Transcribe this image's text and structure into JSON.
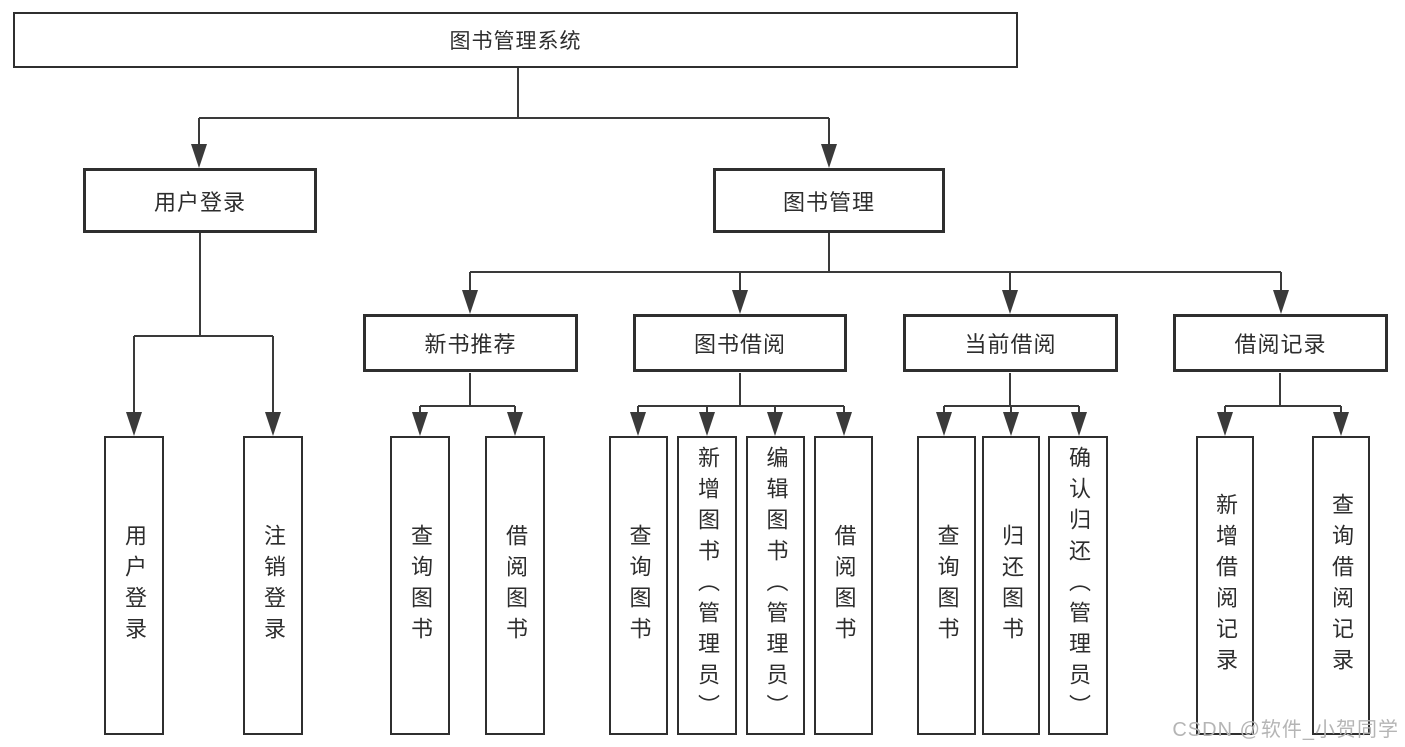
{
  "colors": {
    "line": "#3a3a3a",
    "box_border": "#2f2f2f",
    "text": "#2d2d2d",
    "watermark": "#b5b5b5",
    "background": "#ffffff"
  },
  "diagram": {
    "root": {
      "label": "图书管理系统"
    },
    "branches": [
      {
        "label": "用户登录",
        "leaves": [
          {
            "label": "用户登录"
          },
          {
            "label": "注销登录"
          }
        ]
      },
      {
        "label": "图书管理",
        "subgroups": [
          {
            "label": "新书推荐",
            "leaves": [
              {
                "label": "查询图书"
              },
              {
                "label": "借阅图书"
              }
            ]
          },
          {
            "label": "图书借阅",
            "leaves": [
              {
                "label": "查询图书"
              },
              {
                "label": "新增图书（管理员）"
              },
              {
                "label": "编辑图书（管理员）"
              },
              {
                "label": "借阅图书"
              }
            ]
          },
          {
            "label": "当前借阅",
            "leaves": [
              {
                "label": "查询图书"
              },
              {
                "label": "归还图书"
              },
              {
                "label": "确认归还（管理员）"
              }
            ]
          },
          {
            "label": "借阅记录",
            "leaves": [
              {
                "label": "新增借阅记录"
              },
              {
                "label": "查询借阅记录"
              }
            ]
          }
        ]
      }
    ]
  },
  "watermark": {
    "text": "CSDN @软件_小贺同学"
  }
}
